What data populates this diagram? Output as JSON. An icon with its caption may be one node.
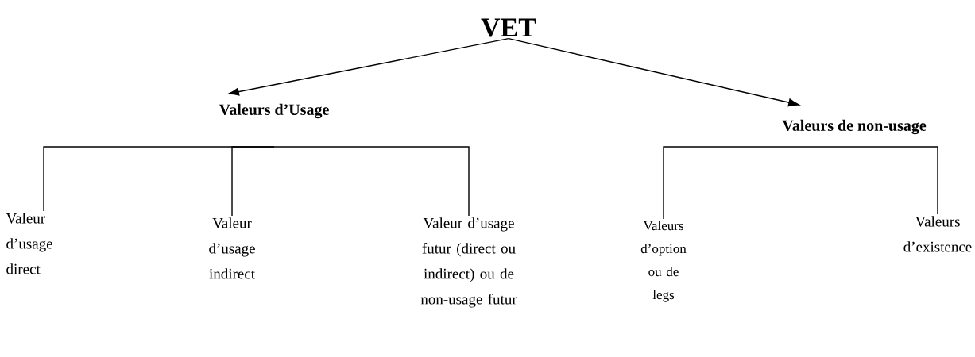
{
  "diagram": {
    "nodes": [
      {
        "text": [
          "VET"
        ]
      },
      {
        "text": [
          "Valeurs d’Usage"
        ]
      },
      {
        "text": [
          "Valeurs de non-usage"
        ]
      },
      {
        "text": [
          "Valeur d’usage direct"
        ]
      },
      {
        "text": [
          "Valeur d’usage indirect"
        ]
      },
      {
        "text": [
          "Valeur d’usage futur (direct ou indirect) ou de non-usage futur"
        ]
      },
      {
        "text": [
          "Valeurs d’option ou de legs"
        ]
      },
      {
        "text": [
          "Valeurs d’existence"
        ]
      }
    ],
    "edges": [
      {
        "from": 0,
        "to": 1,
        "arrow": "to"
      },
      {
        "from": 0,
        "to": 2,
        "arrow": "to"
      },
      {
        "from": 1,
        "to": 3,
        "arrow": "none"
      },
      {
        "from": 1,
        "to": 4,
        "arrow": "none"
      },
      {
        "from": 1,
        "to": 5,
        "arrow": "none"
      },
      {
        "from": 2,
        "to": 6,
        "arrow": "none"
      },
      {
        "from": 2,
        "to": 7,
        "arrow": "none"
      }
    ]
  }
}
